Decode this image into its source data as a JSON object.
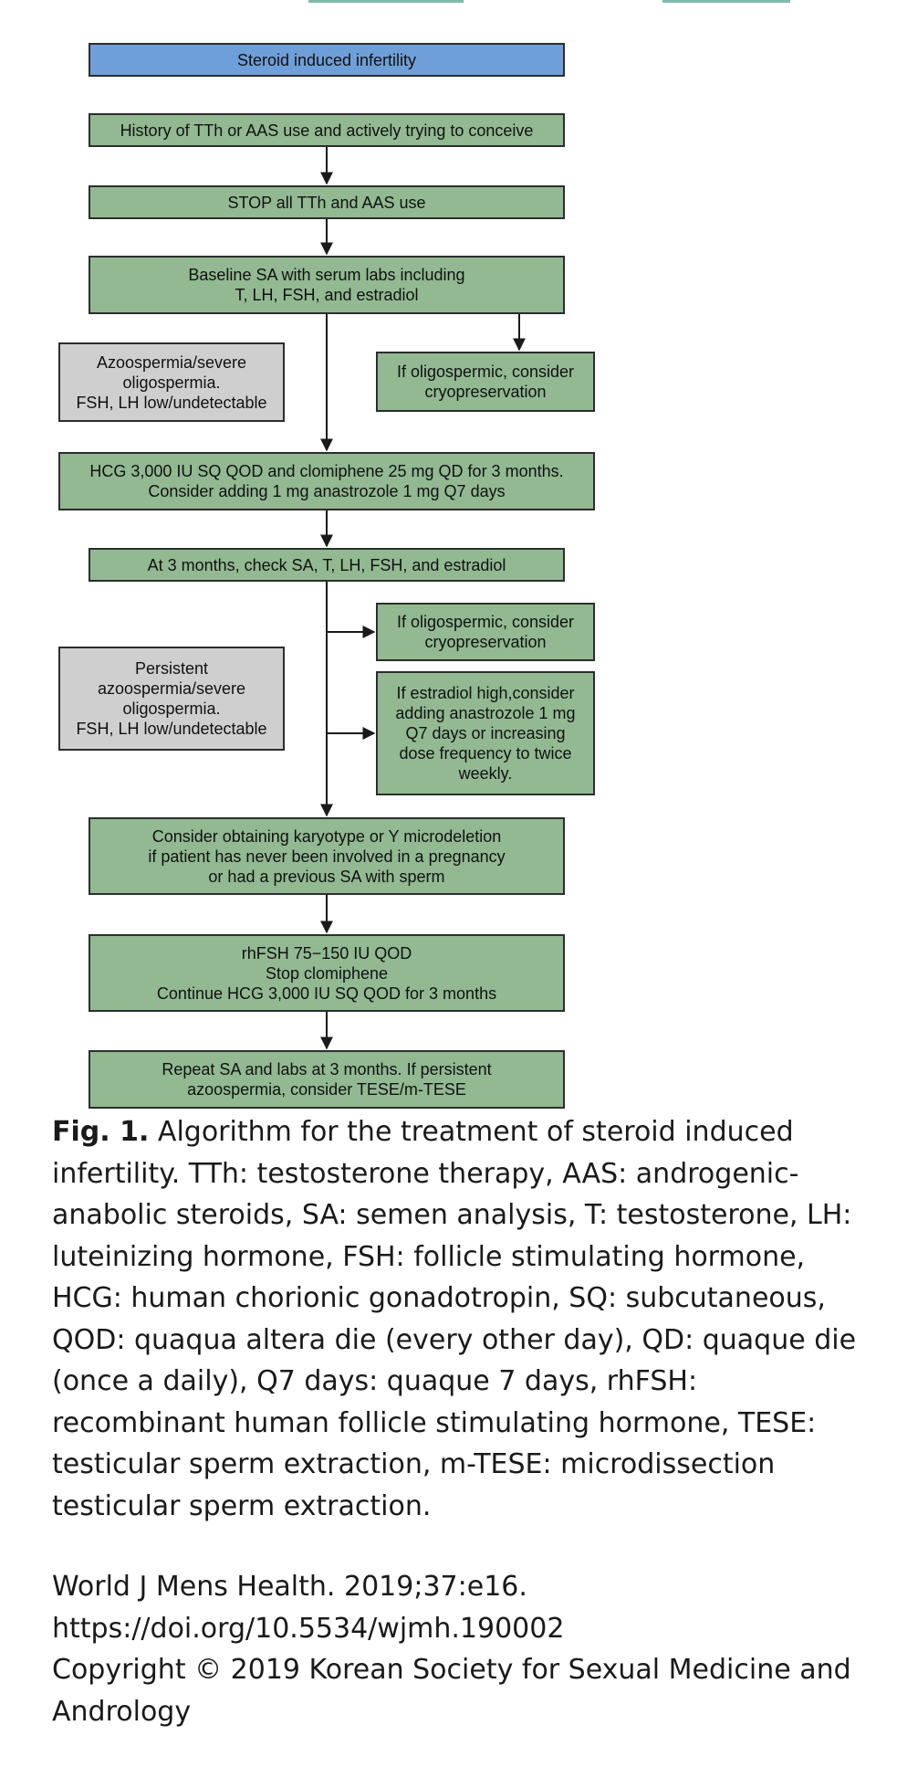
{
  "diagram": {
    "boxes": {
      "title": "Steroid induced infertility",
      "history": "History of TTh or AAS use and actively trying to conceive",
      "stop": "STOP all TTh and AAS use",
      "baseline": "Baseline SA with serum labs including\nT, LH, FSH, and estradiol",
      "azoospermia": "Azoospermia/severe\noligospermia.\nFSH, LH low/undetectable",
      "cryo_1": "If oligospermic, consider\ncryopreservation",
      "hcg": "HCG 3,000 IU SQ QOD and clomiphene 25 mg QD for 3 months.\nConsider adding 1 mg anastrozole 1 mg Q7 days",
      "check": "At 3 months, check SA, T, LH, FSH, and estradiol",
      "persistent": "Persistent\nazoospermia/severe\noligospermia.\nFSH, LH low/undetectable",
      "cryo_2": "If oligospermic, consider\ncryopreservation",
      "estradiol": "If estradiol high,consider\nadding anastrozole 1 mg\nQ7 days or increasing\ndose frequency to twice\nweekly.",
      "karyotype": "Consider obtaining karyotype or Y microdeletion\nif patient has never been involved in a pregnancy\nor had a previous SA with sperm",
      "rhfsh": "rhFSH 75−150 IU QOD\nStop clomiphene\nContinue HCG 3,000 IU SQ QOD for 3 months",
      "repeat": "Repeat SA and labs at 3 months. If persistent\nazoospermia, consider TESE/m-TESE"
    },
    "colors": {
      "step_fill": "#92b992",
      "title_fill": "#6f9fd8",
      "condition_fill": "#cfcfcf",
      "border": "#2d2d2d"
    }
  },
  "caption": {
    "label": "Fig. 1.",
    "text": "Algorithm for the treatment of steroid induced infertility. TTh: testosterone therapy, AAS: androgenic-anabolic steroids, SA: semen analysis, T: testosterone, LH: luteinizing hormone, FSH: follicle stimulating hormone, HCG: human chorionic gonadotropin, SQ: subcutaneous, QOD: quaqua altera die (every other day), QD: quaque die (once a daily), Q7 days: quaque 7 days, rhFSH: recombinant human follicle stimulating hormone, TESE: testicular sperm extraction, m-TESE: microdissection testicular sperm extraction."
  },
  "citation": {
    "journal": "World J Mens Health. 2019;37:e16.",
    "doi": "https://doi.org/10.5534/wjmh.190002",
    "copyright": "Copyright © 2019 Korean Society for Sexual Medicine and Andrology"
  }
}
